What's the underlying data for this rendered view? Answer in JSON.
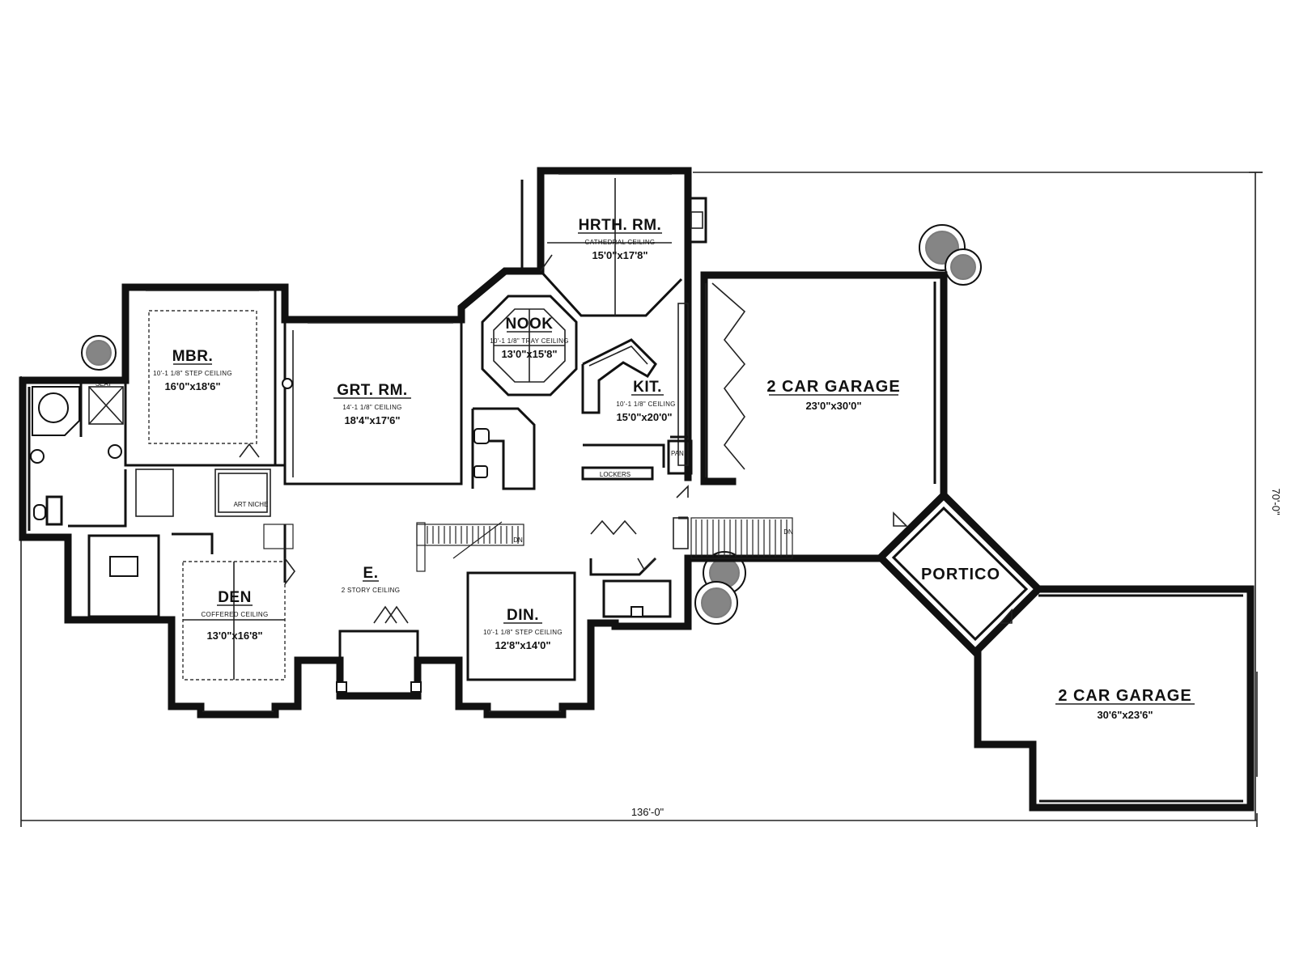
{
  "rooms": {
    "hearth": {
      "name": "HRTH. RM.",
      "ceiling": "CATHEDRAL CEILING",
      "size": "15'0\"x17'8\""
    },
    "nook": {
      "name": "NOOK",
      "ceiling": "10'-1 1/8\" TRAY CEILING",
      "size": "13'0\"x15'8\""
    },
    "mbr": {
      "name": "MBR.",
      "ceiling": "10'-1 1/8\" STEP CEILING",
      "size": "16'0\"x18'6\""
    },
    "grt": {
      "name": "GRT. RM.",
      "ceiling": "14'-1 1/8\" CEILING",
      "size": "18'4\"x17'6\""
    },
    "kit": {
      "name": "KIT.",
      "ceiling": "10'-1 1/8\" CEILING",
      "size": "15'0\"x20'0\""
    },
    "garage1": {
      "name": "2 CAR GARAGE",
      "size": "23'0\"x30'0\""
    },
    "garage2": {
      "name": "2 CAR GARAGE",
      "size": "30'6\"x23'6\""
    },
    "portico": {
      "name": "PORTICO"
    },
    "den": {
      "name": "DEN",
      "ceiling": "COFFERED CEILING",
      "size": "13'0\"x16'8\""
    },
    "entry": {
      "name": "E.",
      "ceiling": "2 STORY CEILING"
    },
    "din": {
      "name": "DIN.",
      "ceiling": "10'-1 1/8\" STEP CEILING",
      "size": "12'8\"x14'0\""
    }
  },
  "labels": {
    "seat": "SEAT",
    "pan": "PAN.",
    "lockers": "LOCKERS",
    "art_niche": "ART NICHE",
    "dn": "DN"
  },
  "dimensions": {
    "width": "136'-0\"",
    "depth": "70'-0\""
  }
}
